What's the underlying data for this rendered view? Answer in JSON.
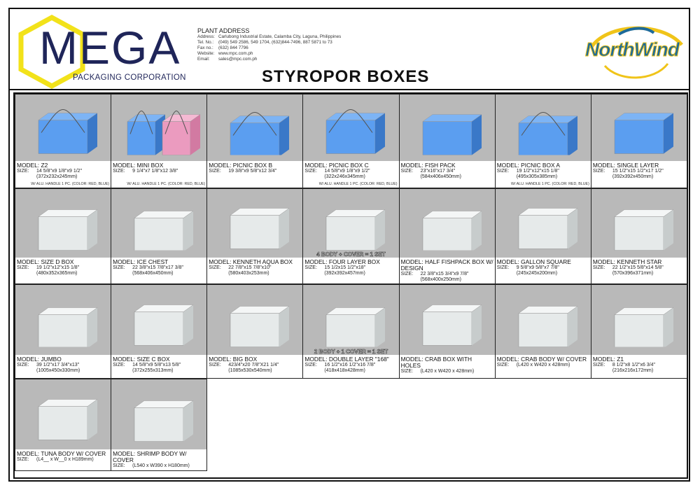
{
  "header": {
    "company_logo_text": "MEGA",
    "company_subtitle": "PACKAGING CORPORATION",
    "plant_address": {
      "title": "PLANT ADDRESS",
      "rows": [
        {
          "label": "Address:",
          "value": "Carlubong Industrial Estate, Calamba City, Laguna, Philippines"
        },
        {
          "label": "Tel. No.:",
          "value": "(049) 549 2586, 549 1704, (632)844-7496, 887 5871 to 73"
        },
        {
          "label": "Fax no.:",
          "value": "(632) 844 7796"
        },
        {
          "label": "Website:",
          "value": "www.mpc.com.ph"
        },
        {
          "label": "Email:",
          "value": "sales@mpc.com.ph"
        }
      ]
    },
    "title": "STYROPOR BOXES",
    "brand_logo_text": "NorthWind"
  },
  "colors": {
    "brand_navy": "#1f2559",
    "brand_yellow": "#f2e21a",
    "blue_box": "#4d8fe0",
    "white_box": "#e8ecec",
    "pink_box": "#e78fb6"
  },
  "labels": {
    "model": "MODEL:",
    "size": "SIZE:"
  },
  "products": [
    {
      "model": "Z2",
      "size": [
        "14 5/8\"x9 1/8\"x9 1/2\"",
        "(372x232x245mm)"
      ],
      "note": "W/ ALU. HANDLE 1 PC. (COLOR: RED, BLUE)",
      "color": "blue",
      "handle": true
    },
    {
      "model": "MINI BOX",
      "size": [
        "9 1/4\"x7 1/8\"x12 3/8\""
      ],
      "note": "W/ ALU. HANDLE 1 PC. (COLOR: RED, BLUE)",
      "color": "blue-pink",
      "handle": true
    },
    {
      "model": "PICNIC BOX B",
      "size": [
        "19 3/8\"x9 5/8\"x12 3/4\""
      ],
      "color": "blue",
      "handle": true
    },
    {
      "model": "PICNIC BOX C",
      "size": [
        "14 5/8\"x9 1/8\"x9 1/2\"",
        "(322x246x345mm)"
      ],
      "note": "W/ ALU. HANDLE 1 PC. (COLOR: RED, BLUE)",
      "color": "blue",
      "handle": true
    },
    {
      "model": "FISH PACK",
      "size": [
        "23\"x16\"x17 3/4\"",
        "(584x406x450mm)"
      ],
      "color": "blue"
    },
    {
      "model": "PICNIC BOX A",
      "size": [
        "19 1/2\"x12\"x15 1/8\"",
        "(495x305x385mm)"
      ],
      "note": "W/ ALU. HANDLE 1 PC. (COLOR: RED, BLUE)",
      "color": "blue",
      "handle": true
    },
    {
      "model": "SINGLE LAYER",
      "size": [
        "15 1/2\"x15 1/2\"x17 1/2\"",
        "(392x392x450mm)"
      ],
      "color": "blue"
    },
    {
      "model": "SIZE D BOX",
      "size": [
        "19 1/2\"x12\"x15 1/8\"",
        "(480x352x365mm)"
      ],
      "color": "white"
    },
    {
      "model": "ICE CHEST",
      "size": [
        "22 3/8\"x15 7/8\"x17 3/8\"",
        "(568x406x450mm)"
      ],
      "color": "white"
    },
    {
      "model": "KENNETH AQUA BOX",
      "size": [
        "22 7/8\"x15 7/8\"x10\"",
        "(580x403x253mm)"
      ],
      "color": "white"
    },
    {
      "model": "FOUR LAYER BOX",
      "size": [
        "15 1/2x15 1/2\"x18\"",
        "(392x392x457mm)"
      ],
      "caption": "4 BODY + COVER = 1 SET",
      "color": "white"
    },
    {
      "model": "HALF FISHPACK BOX W/ DESIGN",
      "size": [
        "22 3/8\"x15 3/4\"x9 7/8\"",
        "(568x400x250mm)"
      ],
      "color": "white"
    },
    {
      "model": "GALLON SQUARE",
      "size": [
        "9 5/8\"x9 5/8\"x7 7/8\"",
        "(245x245x200mm)"
      ],
      "color": "white"
    },
    {
      "model": "KENNETH STAR",
      "size": [
        "22 1/2\"x15 5/8\"x14 5/8\"",
        "(570x396x371mm)"
      ],
      "color": "white"
    },
    {
      "model": "JUMBO",
      "size": [
        "39 1/2\"x17 3/4\"x13\"",
        "(1005x450x330mm)"
      ],
      "color": "white"
    },
    {
      "model": "SIZE C BOX",
      "size": [
        "14 5/8\"x9 5/8\"x13 5/8\"",
        "(372x255x313mm)"
      ],
      "color": "white"
    },
    {
      "model": "BIG BOX",
      "size": [
        "423/4\"x20 7/8\"X21 1/4\"",
        "(1085x530x540mm)"
      ],
      "color": "white"
    },
    {
      "model": "DOUBLE LAYER \"168\"",
      "size": [
        "16 1/2\"x16 1/2\"x16 7/8\"",
        "(418x418x428mm)"
      ],
      "caption": "2 BODY + 1 COVER = 1 SET",
      "color": "white"
    },
    {
      "model": "CRAB BOX WITH HOLES",
      "size": [
        "(L420 x W420 x 428mm)"
      ],
      "color": "white"
    },
    {
      "model": "CRAB BODY W/ COVER",
      "size": [
        "(L420 x W420 x 428mm)"
      ],
      "color": "white"
    },
    {
      "model": "Z1",
      "size": [
        "8 1/2\"x8 1/2\"x6 3/4\"",
        "(216x216x172mm)"
      ],
      "color": "white"
    },
    {
      "model": "TUNA BODY W/ COVER",
      "size": [
        "(L4__ x W__0 x H189mm)"
      ],
      "color": "white"
    },
    {
      "model": "SHRIMP BODY W/ COVER",
      "size": [
        "(L540 x W390 x H180mm)"
      ],
      "color": "white"
    }
  ]
}
